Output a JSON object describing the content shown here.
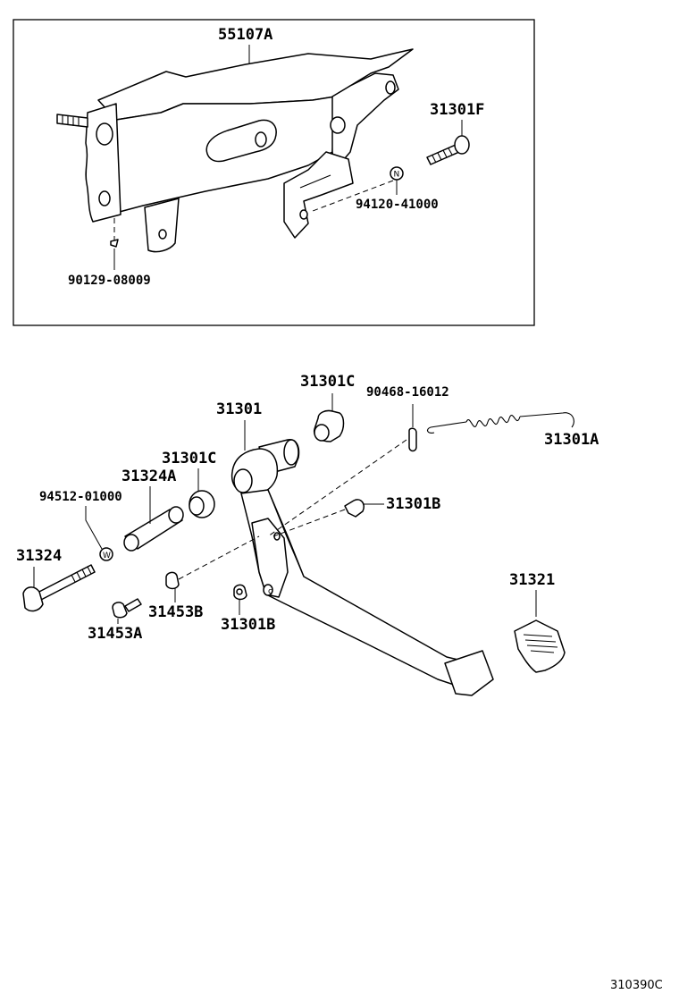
{
  "labels": {
    "bracket": "55107A",
    "bolt_f": "31301F",
    "nut": "94120-41000",
    "clip": "90129-08009",
    "bushing_c_top": "31301C",
    "pin": "90468-16012",
    "pedal_arm": "31301",
    "spring": "31301A",
    "bushing_c_left": "31301C",
    "collar": "31324A",
    "washer": "94512-01000",
    "stopper_b_right": "31301B",
    "bolt": "31324",
    "pedal_pad": "31321",
    "cushion_b": "31453B",
    "stopper_b_bottom": "31301B",
    "cushion_a": "31453A"
  },
  "marks": {
    "nut_symbol": "N",
    "washer_symbol": "W"
  },
  "figure_ref": "310390C"
}
